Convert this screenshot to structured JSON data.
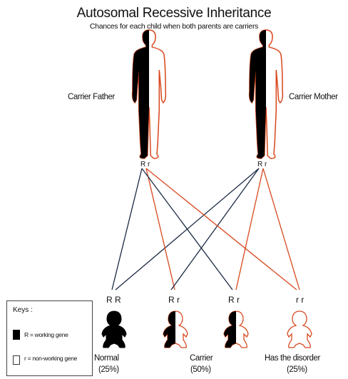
{
  "title": "Autosomal Recessive Inheritance",
  "subtitle": "Chances for each child when both parents are carriers",
  "parents": {
    "father_label": "Carrier Father",
    "mother_label": "Carrier Mother",
    "father_alleles": "R r",
    "mother_alleles": "R r"
  },
  "children": [
    {
      "genotype": "R R",
      "outcome": "Normal",
      "percent": "(25%)"
    },
    {
      "genotype": "R r"
    },
    {
      "genotype": "R r"
    },
    {
      "genotype": "r r",
      "outcome": "Has the disorder",
      "percent": "(25%)"
    }
  ],
  "carrier_group": {
    "outcome": "Carrier",
    "percent": "(50%)"
  },
  "key": {
    "title": "Keys :",
    "working": "R = working gene",
    "nonworking": "r = non-working gene"
  },
  "colors": {
    "dominant_line": "#1c2a45",
    "recessive_line": "#d8491f",
    "figure_fill": "#000000",
    "figure_outline": "#d8491f"
  }
}
